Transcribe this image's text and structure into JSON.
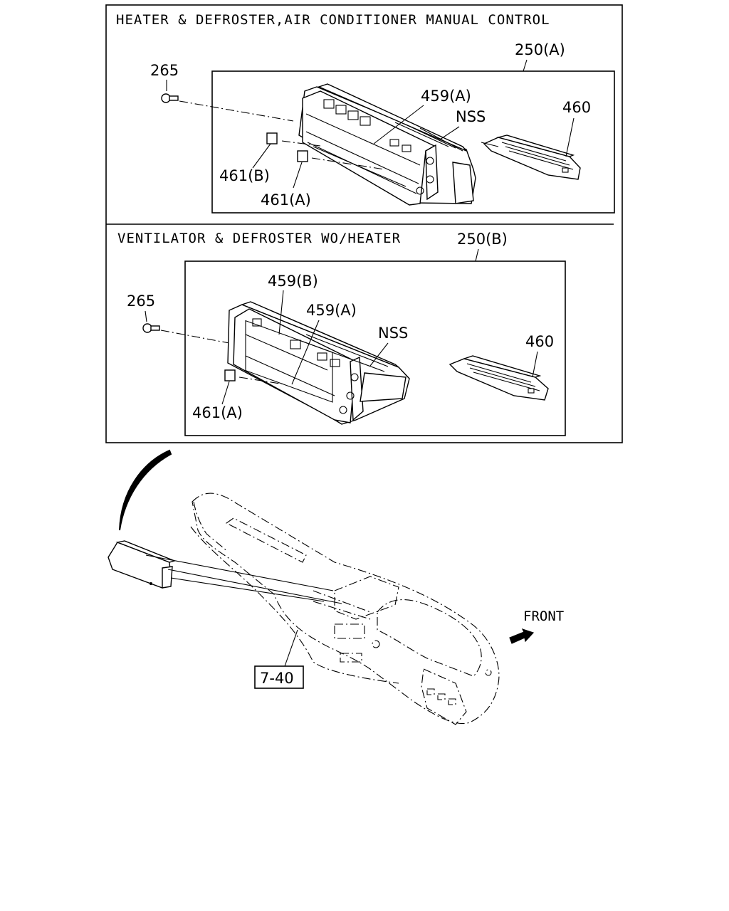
{
  "panels": [
    {
      "heading": "HEATER & DEFROSTER,AIR CONDITIONER MANUAL CONTROL",
      "labels": {
        "assembly": "250(A)",
        "screw": "265",
        "panel_a": "459(A)",
        "nss": "NSS",
        "module": "460",
        "knob_b": "461(B)",
        "knob_a": "461(A)"
      }
    },
    {
      "heading": "VENTILATOR & DEFROSTER WO/HEATER",
      "labels": {
        "assembly": "250(B)",
        "screw": "265",
        "panel_b": "459(B)",
        "panel_a": "459(A)",
        "nss": "NSS",
        "module": "460",
        "knob_a": "461(A)"
      }
    }
  ],
  "overview": {
    "reference_box": "7-40",
    "direction_label": "FRONT",
    "direction_icon": "arrow-icon"
  }
}
